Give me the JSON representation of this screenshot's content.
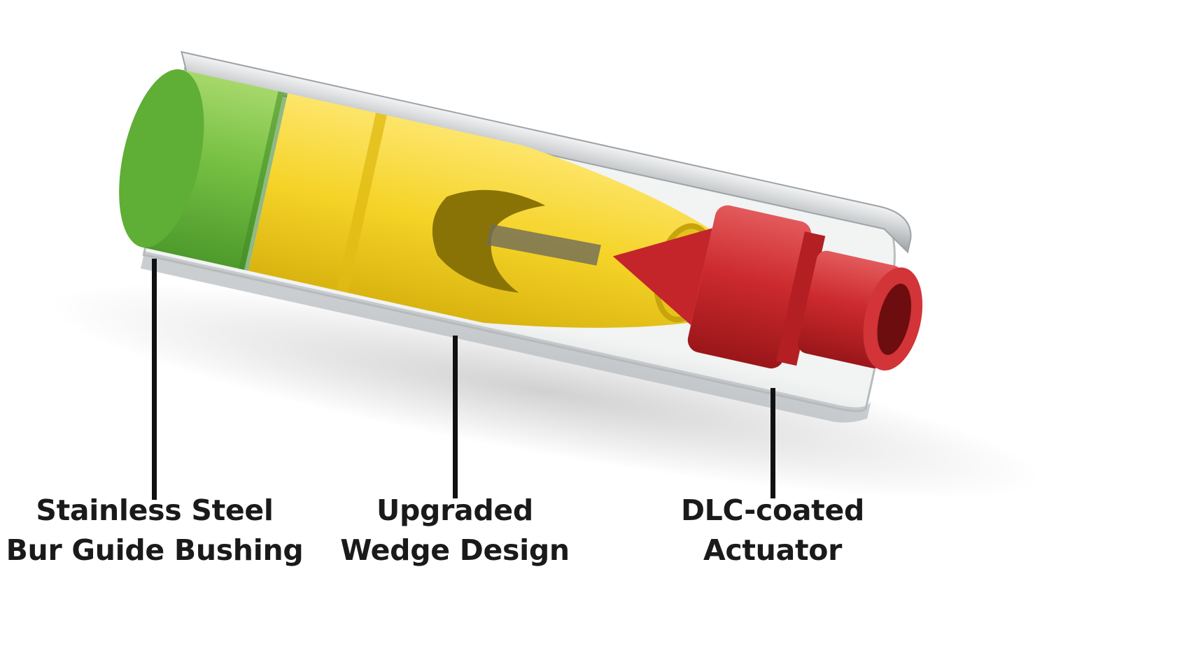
{
  "labels": [
    {
      "id": "bushing",
      "lines": [
        "Stainless Steel",
        "Bur Guide Bushing"
      ]
    },
    {
      "id": "wedge",
      "lines": [
        "Upgraded",
        "Wedge Design"
      ]
    },
    {
      "id": "actuator",
      "lines": [
        "DLC-coated",
        "Actuator"
      ]
    }
  ],
  "colors": {
    "bushing": "#76c043",
    "wedge": "#f5d327",
    "actuator": "#cc2a2e",
    "sleeve": "#c9ccce",
    "leader": "#111111",
    "text": "#1a1a1a"
  }
}
